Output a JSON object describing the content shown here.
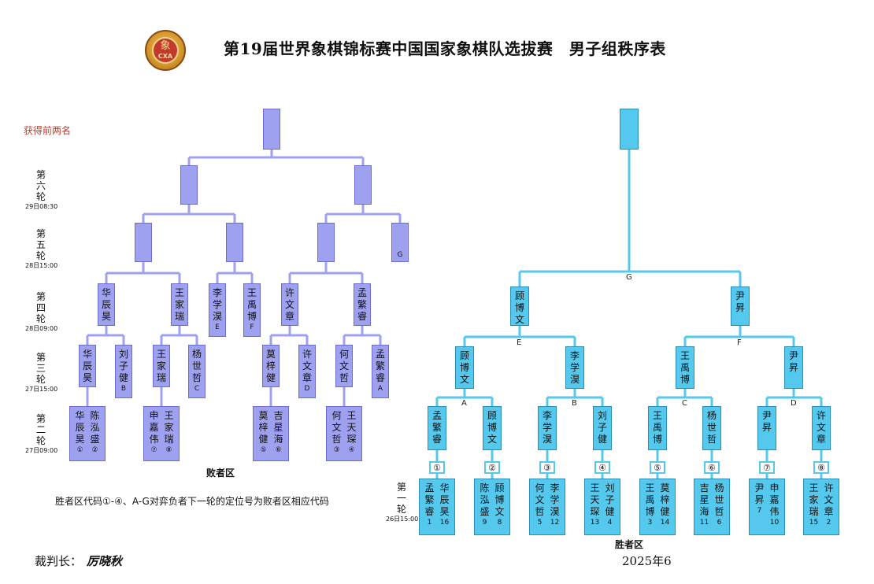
{
  "title": "第19届世界象棋锦标赛中国国家象棋队选拔赛　男子组秩序表",
  "logo": {
    "glyph": "象",
    "abbr": "CXA"
  },
  "top_two_label": "获得前两名",
  "colors": {
    "loser_bracket": "#9ea1f0",
    "winner_bracket": "#55c8ee",
    "title_red": "#c0392b"
  },
  "rounds": {
    "r6": {
      "name": "第六轮",
      "time": "29日08:30"
    },
    "r5": {
      "name": "第五轮",
      "time": "28日15:00"
    },
    "r4": {
      "name": "第四轮",
      "time": "28日09:00"
    },
    "r3": {
      "name": "第三轮",
      "time": "27日15:00"
    },
    "r2": {
      "name": "第二轮",
      "time": "27日09:00"
    },
    "r1": {
      "name": "第一轮",
      "time": "26日15:00"
    }
  },
  "loser": {
    "zone_label": "败者区",
    "r2": [
      {
        "names": [
          "华辰昊",
          "陈泓盛"
        ],
        "marks": [
          "①",
          "②"
        ]
      },
      {
        "names": [
          "申嘉伟",
          "王家瑞"
        ],
        "marks": [
          "⑦",
          "⑧"
        ]
      },
      {
        "names": [
          "莫梓健",
          "吉星海"
        ],
        "marks": [
          "⑤",
          "⑥"
        ]
      },
      {
        "names": [
          "何文哲",
          "王天琛"
        ],
        "marks": [
          "③",
          "④"
        ]
      }
    ],
    "r3": [
      {
        "name": "华辰昊",
        "mark": ""
      },
      {
        "name": "刘子健",
        "mark": "B"
      },
      {
        "name": "王家瑞",
        "mark": ""
      },
      {
        "name": "杨世哲",
        "mark": "C"
      },
      {
        "name": "莫梓健",
        "mark": ""
      },
      {
        "name": "许文章",
        "mark": "D"
      },
      {
        "name": "何文哲",
        "mark": ""
      },
      {
        "name": "孟繁睿",
        "mark": "A"
      }
    ],
    "r4": [
      {
        "name": "华辰昊",
        "mark": ""
      },
      {
        "name": "王家瑞",
        "mark": ""
      },
      {
        "name": "李学淏",
        "mark": "E"
      },
      {
        "name": "王禹博",
        "mark": "F"
      },
      {
        "name": "许文章",
        "mark": ""
      },
      {
        "name": "孟繁睿",
        "mark": ""
      }
    ],
    "r5": [
      {
        "name": "",
        "mark": ""
      },
      {
        "name": "",
        "mark": ""
      },
      {
        "name": "",
        "mark": ""
      },
      {
        "name": "",
        "mark": "G"
      }
    ],
    "r6": [
      {
        "name": "",
        "mark": ""
      },
      {
        "name": "",
        "mark": ""
      }
    ],
    "final": {
      "name": "",
      "mark": ""
    }
  },
  "winner": {
    "zone_label": "胜者区",
    "r1": [
      {
        "seat": "①",
        "names": [
          "孟繁睿",
          "华辰昊"
        ],
        "nums": [
          "1",
          "16"
        ]
      },
      {
        "seat": "②",
        "names": [
          "陈泓盛",
          "顾博文"
        ],
        "nums": [
          "9",
          "8"
        ]
      },
      {
        "seat": "③",
        "names": [
          "何文哲",
          "李学淏"
        ],
        "nums": [
          "5",
          "12"
        ]
      },
      {
        "seat": "④",
        "names": [
          "王天琛",
          "刘子健"
        ],
        "nums": [
          "13",
          "4"
        ]
      },
      {
        "seat": "⑤",
        "names": [
          "王禹博",
          "莫梓健"
        ],
        "nums": [
          "3",
          "14"
        ]
      },
      {
        "seat": "⑥",
        "names": [
          "吉星海",
          "杨世哲"
        ],
        "nums": [
          "11",
          "6"
        ]
      },
      {
        "seat": "⑦",
        "names": [
          "尹昇",
          "申嘉伟"
        ],
        "nums": [
          "7",
          "10"
        ]
      },
      {
        "seat": "⑧",
        "names": [
          "王家瑞",
          "许文章"
        ],
        "nums": [
          "15",
          "2"
        ]
      }
    ],
    "r2": [
      "孟繁睿",
      "顾博文",
      "李学淏",
      "刘子健",
      "王禹博",
      "杨世哲",
      "尹昇",
      "许文章"
    ],
    "r2_codes": [
      "A",
      "B",
      "C",
      "D"
    ],
    "r3": [
      "顾博文",
      "李学淏",
      "王禹博",
      "尹昇"
    ],
    "r3_codes": [
      "E",
      "F"
    ],
    "r4": [
      "顾博文",
      "尹昇"
    ],
    "r4_code": "G",
    "final": ""
  },
  "note": "胜者区代码①-④、A-G对弈负者下一轮的定位号为败者区相应代码",
  "referee": {
    "label": "裁判长：",
    "name": "厉晓秋"
  },
  "date": "2025年6"
}
